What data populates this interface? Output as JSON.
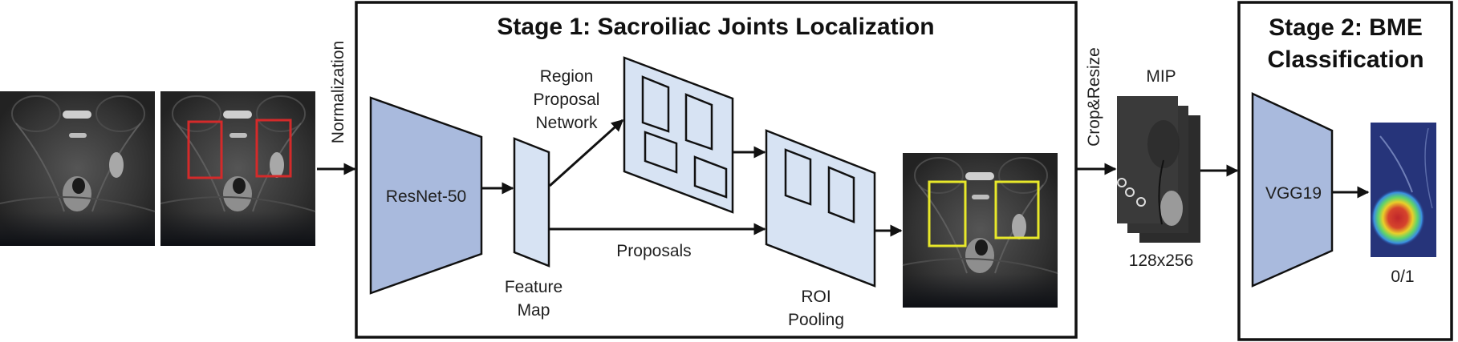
{
  "figure": {
    "stage1": {
      "title": "Stage 1: Sacroiliac Joints Localization",
      "backbone_label": "ResNet-50",
      "feature_map_label": [
        "Feature",
        "Map"
      ],
      "rpn_label": [
        "Region",
        "Proposal",
        "Network"
      ],
      "proposals_label": "Proposals",
      "roi_label": [
        "ROI",
        "Pooling"
      ],
      "rpn_proposal_count": 4,
      "roi_box_count": 2
    },
    "stage2": {
      "title_lines": [
        "Stage 2: BME",
        "Classification"
      ],
      "classifier_label": "VGG19",
      "output_label": "0/1"
    },
    "transitions": {
      "normalization_label": "Normalization",
      "crop_resize_label": "Crop&Resize"
    },
    "mip": {
      "label": "MIP",
      "size_label": "128x256",
      "stack_count": 3
    },
    "images": {
      "input_mri": "pelvic MRI (raw)",
      "annotated_mri": "pelvic MRI with ground-truth boxes",
      "detected_mri": "pelvic MRI with detected SIJ boxes",
      "heatmap": "BME activation heatmap"
    },
    "colors": {
      "ground_truth_box": "#d42a2a",
      "detection_box": "#e8e82a",
      "network_dark": "#a9badd",
      "network_light": "#d7e3f3"
    }
  }
}
